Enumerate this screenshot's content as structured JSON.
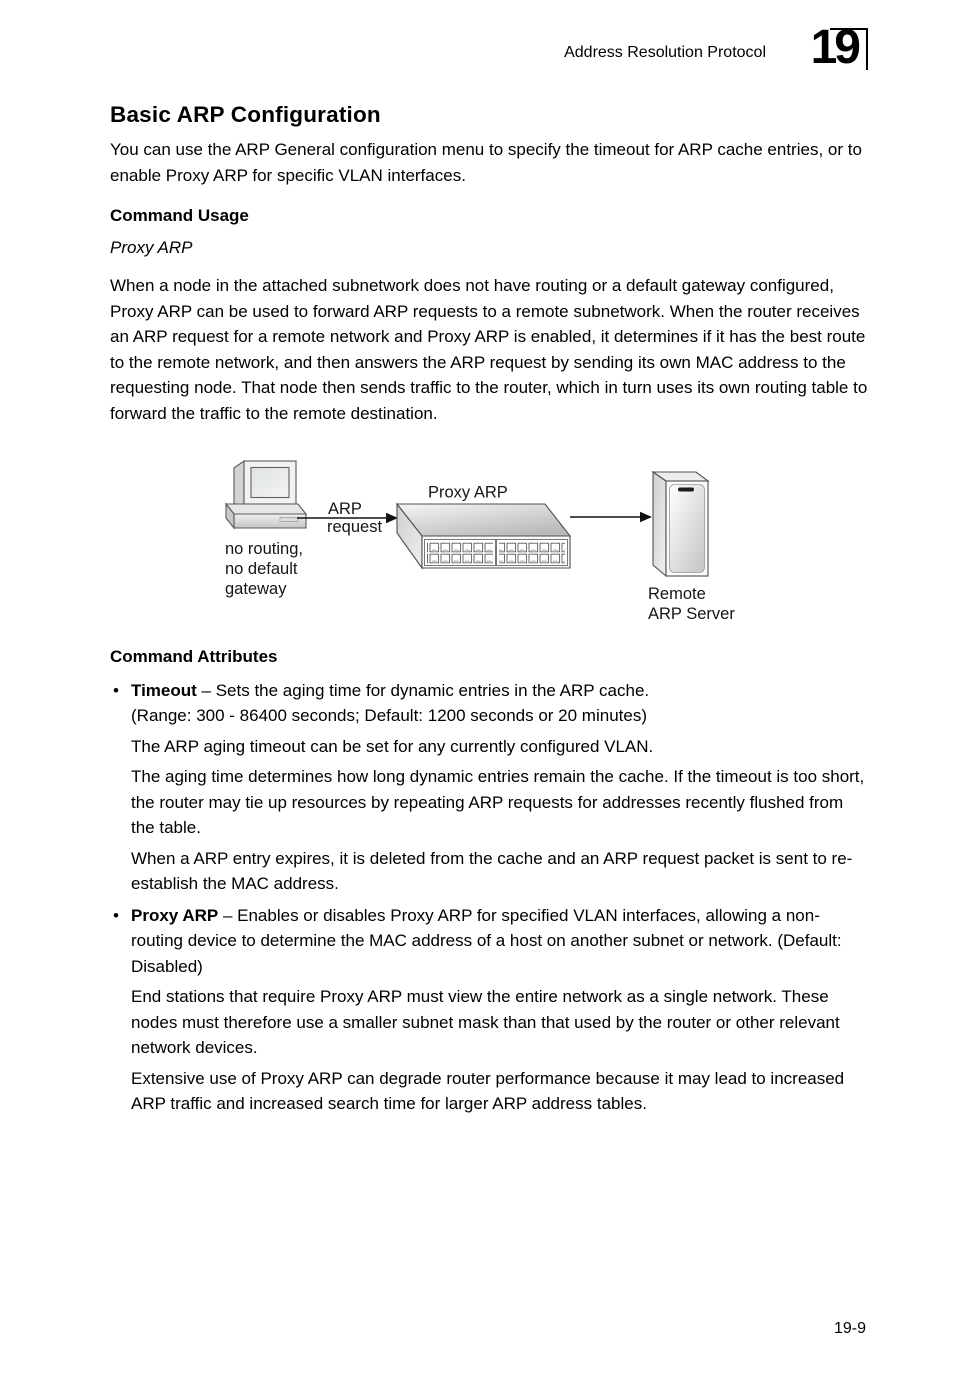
{
  "header": {
    "running_title": "Address Resolution Protocol",
    "chapter_number": "19"
  },
  "section": {
    "title": "Basic ARP Configuration",
    "intro": "You can use the ARP General configuration menu to specify the timeout for ARP cache entries, or to enable Proxy ARP for specific VLAN interfaces."
  },
  "command_usage": {
    "heading": "Command Usage",
    "subheading": "Proxy ARP",
    "body": "When a node in the attached subnetwork does not have routing or a default gateway configured, Proxy ARP can be used to forward ARP requests to a remote subnetwork. When the router receives an ARP request for a remote network and Proxy ARP is enabled, it determines if it has the best route to the remote network, and then answers the ARP request by sending its own MAC address to the requesting node. That node then sends traffic to the router, which in turn uses its own routing table to forward the traffic to the remote destination."
  },
  "diagram": {
    "proxy_arp_label": "Proxy ARP",
    "arp_request_label": [
      "ARP",
      "request"
    ],
    "workstation_label": [
      "no routing,",
      "no default",
      "gateway"
    ],
    "server_label": [
      "Remote",
      "ARP Server"
    ]
  },
  "command_attributes": {
    "heading": "Command Attributes",
    "bullet": "•",
    "items": [
      {
        "term": "Timeout",
        "definition": " – Sets the aging time for dynamic entries in the ARP cache.",
        "note": "(Range: 300 - 86400 seconds; Default: 1200 seconds or 20 minutes)",
        "paragraphs": [
          "The ARP aging timeout can be set for any currently configured VLAN.",
          "The aging time determines how long dynamic entries remain the cache. If the timeout is too short, the router may tie up resources by repeating ARP requests for addresses recently flushed from the table.",
          "When a ARP entry expires, it is deleted from the cache and an ARP request packet is sent to re-establish the MAC address."
        ]
      },
      {
        "term": "Proxy ARP",
        "definition": " – Enables or disables Proxy ARP for specified VLAN interfaces, allowing a non-routing device to determine the MAC address of a host on another subnet or network. (Default: Disabled)",
        "paragraphs": [
          "End stations that require Proxy ARP must view the entire network as a single network. These nodes must therefore use a smaller subnet mask than that used by the router or other relevant network devices.",
          "Extensive use of Proxy ARP can degrade router performance because it may lead to increased ARP traffic and increased search time for larger ARP address tables."
        ]
      }
    ]
  },
  "footer": {
    "page_number": "19-9"
  }
}
